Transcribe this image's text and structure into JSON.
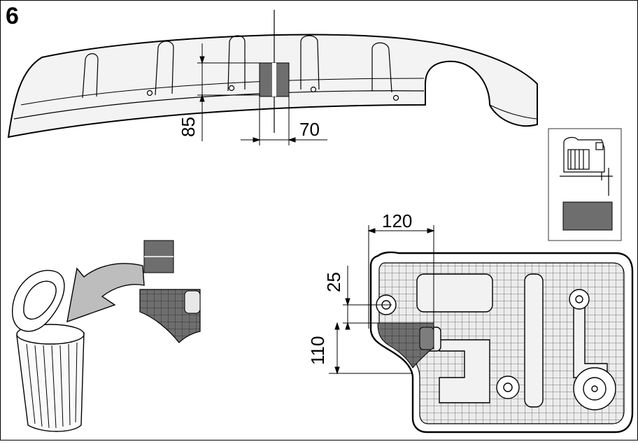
{
  "step_number": "6",
  "dimensions": {
    "bumper_height": "85",
    "bumper_width": "70",
    "mat_width": "120",
    "mat_top_offset": "25",
    "mat_height": "110"
  },
  "colors": {
    "line": "#000000",
    "cut_fill": "#6e6e6e",
    "arrow_fill": "#bdbdbd",
    "mat_fill": "#e6e6e6",
    "bumper_fill": "#f1f1f1"
  },
  "icons": {
    "tool": "jigsaw-icon",
    "bin": "trash-bin-icon",
    "arrow": "discard-arrow-icon"
  }
}
